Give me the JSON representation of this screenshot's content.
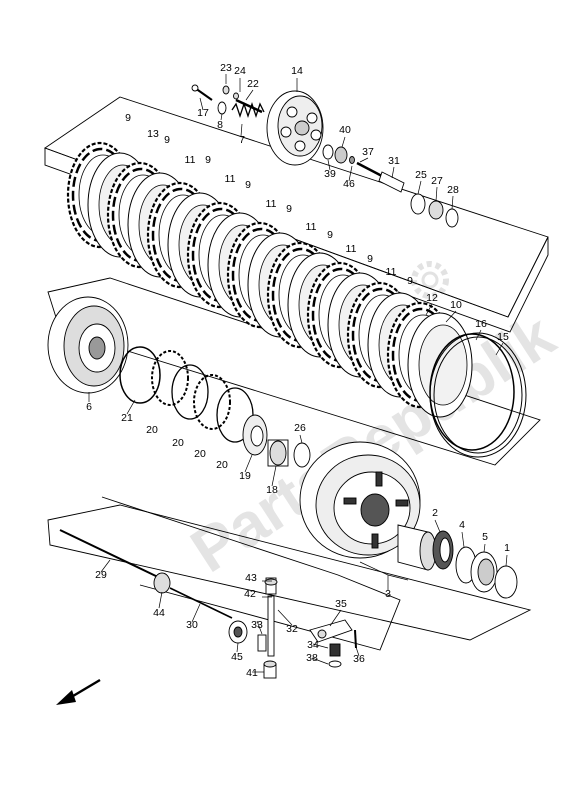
{
  "watermark": "PartsRepublik",
  "callouts": [
    "1",
    "2",
    "3",
    "4",
    "5",
    "6",
    "7",
    "8",
    "9",
    "10",
    "11",
    "12",
    "13",
    "14",
    "15",
    "16",
    "17",
    "18",
    "19",
    "20",
    "21",
    "22",
    "23",
    "24",
    "25",
    "26",
    "27",
    "28",
    "29",
    "30",
    "31",
    "32",
    "33",
    "34",
    "35",
    "36",
    "37",
    "38",
    "39",
    "40",
    "41",
    "42",
    "43",
    "44",
    "45",
    "46"
  ],
  "colors": {
    "line": "#000000",
    "part_fill": "#ffffff",
    "part_shade": "#d8d8d8",
    "dark": "#333333",
    "watermark": "#e2e2e2"
  },
  "icons": {
    "direction": "front-arrow-icon",
    "watermark_icon": "gear-icon"
  }
}
